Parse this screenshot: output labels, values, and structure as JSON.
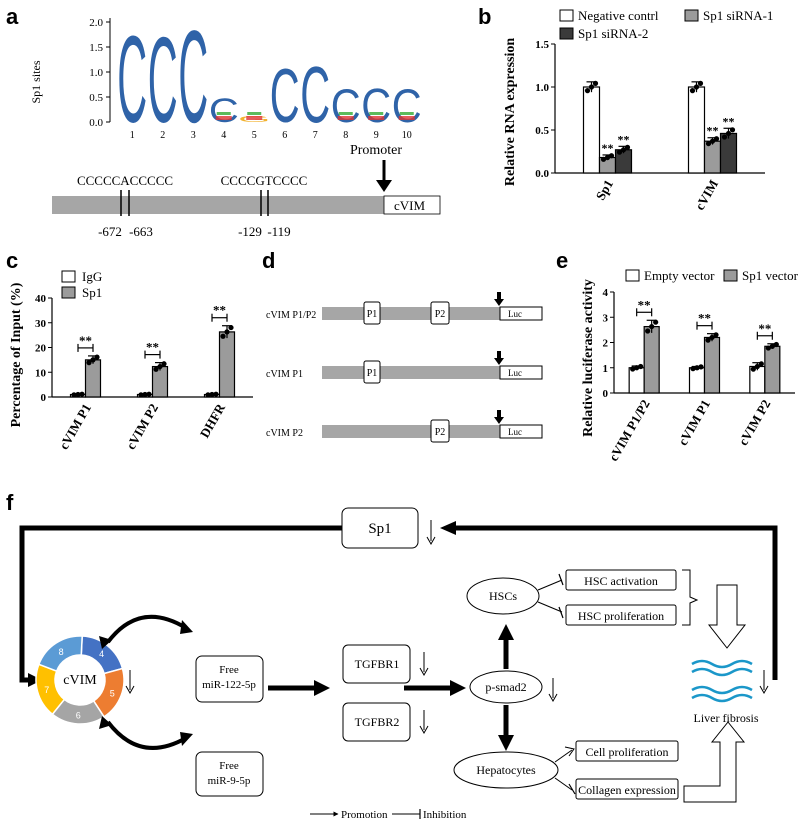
{
  "panel_labels": [
    "a",
    "b",
    "c",
    "d",
    "e",
    "f"
  ],
  "panel_a": {
    "logo_ylabel": "Sp1 sites",
    "logo_yticks": [
      "2.0",
      "1.5",
      "1.0",
      "0.5",
      "0.0"
    ],
    "positions": [
      "1",
      "2",
      "3",
      "4",
      "5",
      "6",
      "7",
      "8",
      "9",
      "10"
    ],
    "logo_letters": [
      "C",
      "C",
      "C",
      "C",
      "G",
      "C",
      "C",
      "C",
      "C",
      "C"
    ],
    "logo_heights": [
      1.78,
      1.75,
      1.9,
      0.5,
      0.12,
      1.1,
      1.15,
      0.68,
      0.7,
      0.68
    ],
    "site1_seq": "CCCCCACCCCC",
    "site2_seq": "CCCCGTCCCC",
    "site1_pos": [
      "-672",
      "-663"
    ],
    "site2_pos": [
      "-129",
      "-119"
    ],
    "promoter_label": "Promoter",
    "gene_label": "cVIM"
  },
  "chart_data": [
    {
      "panel": "b",
      "type": "bar",
      "ylabel": "Relative RNA expression",
      "categories": [
        "Sp1",
        "cVIM"
      ],
      "ylim": [
        0,
        1.5
      ],
      "yticks": [
        "0.0",
        "0.5",
        "1.0",
        "1.5"
      ],
      "series": [
        {
          "name": "Negative contrl",
          "values": [
            1.0,
            1.0
          ],
          "errors": [
            0.06,
            0.06
          ],
          "color": "#ffffff"
        },
        {
          "name": "Sp1 siRNA-1",
          "values": [
            0.18,
            0.37
          ],
          "errors": [
            0.03,
            0.04
          ],
          "color": "#9b9b9b"
        },
        {
          "name": "Sp1 siRNA-2",
          "values": [
            0.27,
            0.46
          ],
          "errors": [
            0.04,
            0.06
          ],
          "color": "#3a3a3a"
        }
      ],
      "annotations": [
        "**",
        "**",
        "**",
        "**"
      ]
    },
    {
      "panel": "c",
      "type": "bar",
      "ylabel": "Percentage of Input (%)",
      "categories": [
        "cVIM P1",
        "cVIM P2",
        "DHFR"
      ],
      "ylim": [
        0,
        40
      ],
      "yticks": [
        "0",
        "10",
        "20",
        "30",
        "40"
      ],
      "series": [
        {
          "name": "IgG",
          "values": [
            1.0,
            1.0,
            1.0
          ],
          "errors": [
            0.2,
            0.2,
            0.2
          ],
          "color": "#ffffff"
        },
        {
          "name": "Sp1",
          "values": [
            15.0,
            12.3,
            26.3
          ],
          "errors": [
            1.6,
            1.6,
            2.5
          ],
          "color": "#9b9b9b"
        }
      ],
      "annotations": [
        "**",
        "**",
        "**"
      ]
    },
    {
      "panel": "e",
      "type": "bar",
      "ylabel": "Relative luciferase activity",
      "categories": [
        "cVIM P1/P2",
        "cVIM P1",
        "cVIM P2"
      ],
      "ylim": [
        0,
        4
      ],
      "yticks": [
        "0",
        "1",
        "2",
        "3",
        "4"
      ],
      "series": [
        {
          "name": "Empty vector",
          "values": [
            1.0,
            1.0,
            1.05
          ],
          "errors": [
            0.07,
            0.05,
            0.15
          ],
          "color": "#ffffff"
        },
        {
          "name": "Sp1 vector",
          "values": [
            2.63,
            2.2,
            1.85
          ],
          "errors": [
            0.25,
            0.15,
            0.1
          ],
          "color": "#9b9b9b"
        }
      ],
      "annotations": [
        "**",
        "**",
        "**"
      ]
    }
  ],
  "panel_d": {
    "constructs": [
      {
        "name": "cVIM P1/P2",
        "sites": [
          "P1",
          "P2"
        ]
      },
      {
        "name": "cVIM P1",
        "sites": [
          "P1"
        ]
      },
      {
        "name": "cVIM P2",
        "sites": [
          "P2"
        ]
      }
    ],
    "reporter": "Luc"
  },
  "panel_f": {
    "sp1": "Sp1",
    "circ": "cVIM",
    "circ_segments": [
      "4",
      "5",
      "6",
      "7",
      "8"
    ],
    "circ_colors": [
      "#4472c4",
      "#ed7d31",
      "#a5a5a5",
      "#ffc000",
      "#5b9bd5"
    ],
    "mir1": [
      "Free",
      "miR-122-5p"
    ],
    "mir2": [
      "Free",
      "miR-9-5p"
    ],
    "tgfbr1": "TGFBR1",
    "tgfbr2": "TGFBR2",
    "psmad": "p-smad2",
    "hscs": "HSCs",
    "hsc_activation": "HSC activation",
    "hsc_proliferation": "HSC proliferation",
    "hepatocytes": "Hepatocytes",
    "cell_proliferation": "Cell proliferation",
    "collagen": "Collagen expression",
    "liver": "Liver fibrosis",
    "legend_promotion": "Promotion",
    "legend_inhibition": "Inhibition"
  }
}
